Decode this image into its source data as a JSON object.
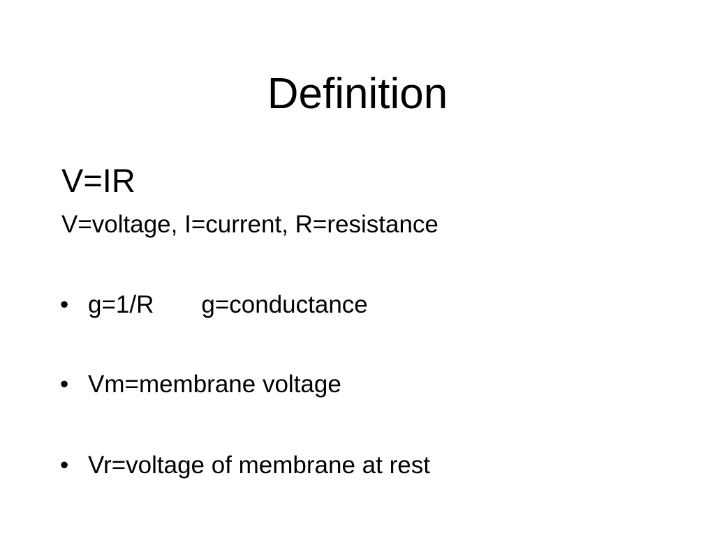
{
  "slide": {
    "title": "Definition",
    "equation": "V=IR",
    "definition_line": "V=voltage, I=current, R=resistance",
    "bullet_glyph": "•",
    "bullets": [
      {
        "text": "g=1/R",
        "text_b": "g=conductance"
      },
      {
        "text": "Vm=membrane voltage"
      },
      {
        "text": "Vr=voltage of membrane at rest"
      }
    ]
  }
}
